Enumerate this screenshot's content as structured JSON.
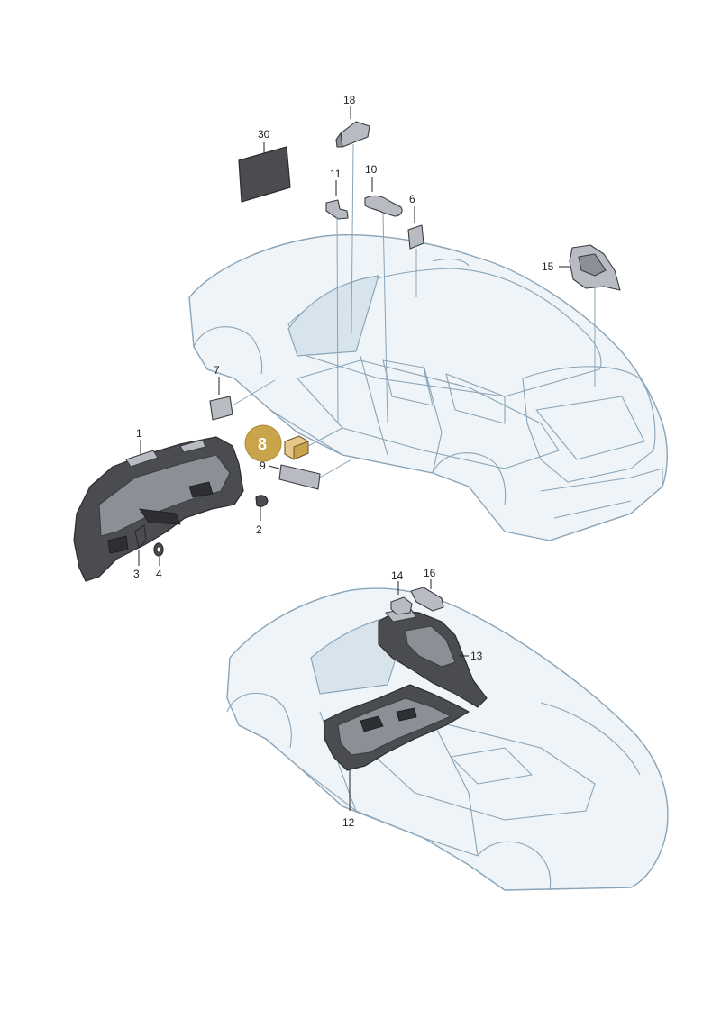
{
  "callouts": {
    "c1": "1",
    "c2": "2",
    "c3": "3",
    "c4": "4",
    "c6": "6",
    "c7": "7",
    "c8": "8",
    "c9": "9",
    "c10": "10",
    "c11": "11",
    "c12": "12",
    "c13": "13",
    "c14": "14",
    "c15": "15",
    "c16": "16",
    "c18": "18",
    "c30": "30"
  },
  "highlight": {
    "part": "8",
    "color": "#c9a44a"
  },
  "colors": {
    "body_outline": "#8aa4b8",
    "body_fill": "#eef4f8",
    "insulation_dark": "#4a4c50"
  }
}
